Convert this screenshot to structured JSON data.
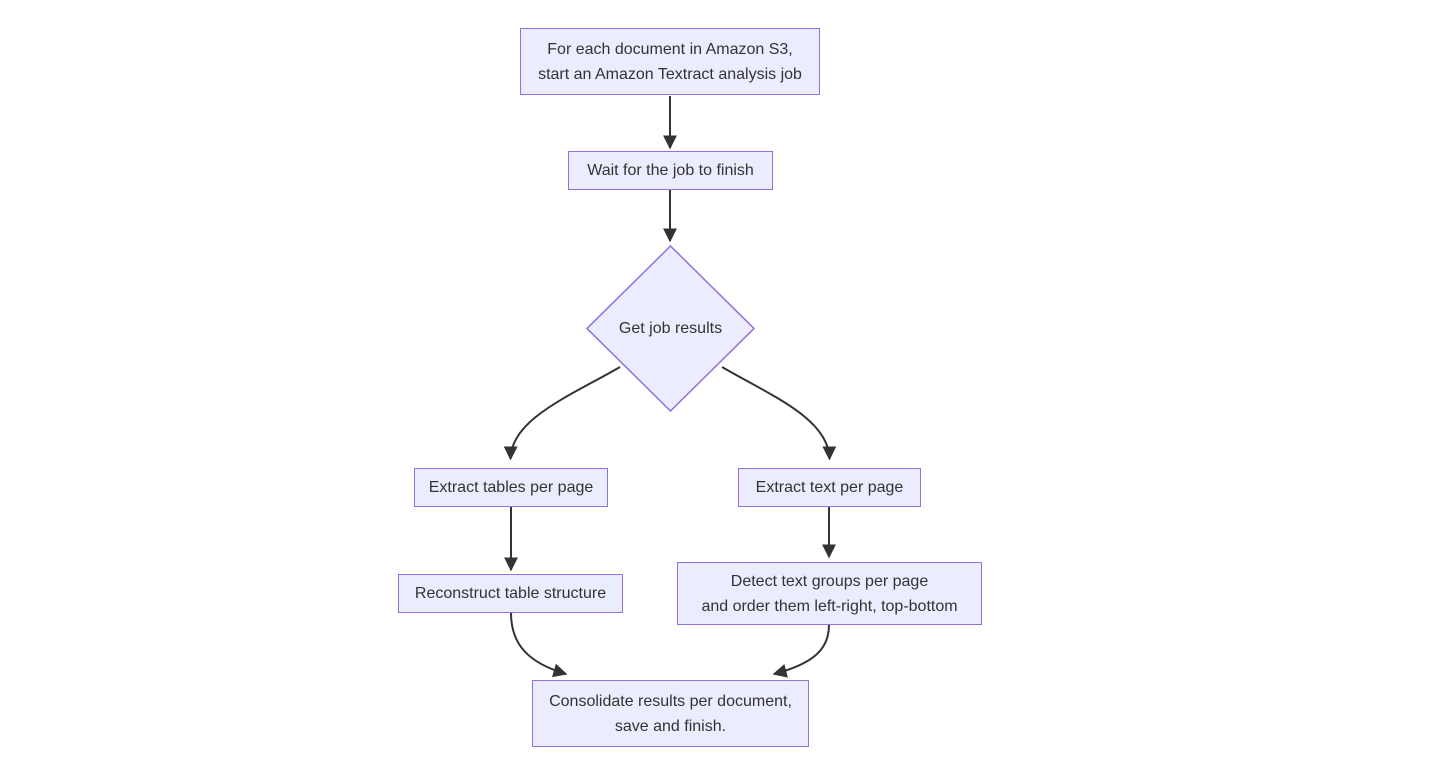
{
  "diagram_type": "flowchart",
  "direction": "top-down",
  "colors": {
    "node_fill": "#ECECFF",
    "node_border": "#9370DB",
    "edge": "#333333",
    "text": "#333333",
    "background": "#FFFFFF"
  },
  "nodes": {
    "start": {
      "shape": "rectangle",
      "label": "For each document in Amazon S3,\nstart an Amazon Textract analysis job"
    },
    "wait": {
      "shape": "rectangle",
      "label": "Wait for the job to finish"
    },
    "get_results": {
      "shape": "diamond",
      "label": "Get job results"
    },
    "extract_tables": {
      "shape": "rectangle",
      "label": "Extract tables per page"
    },
    "extract_text": {
      "shape": "rectangle",
      "label": "Extract text per page"
    },
    "reconstruct_tables": {
      "shape": "rectangle",
      "label": "Reconstruct table structure"
    },
    "detect_text_groups": {
      "shape": "rectangle",
      "label": "Detect text groups per page\nand order them left-right, top-bottom"
    },
    "consolidate": {
      "shape": "rectangle",
      "label": "Consolidate results per document,\nsave and finish."
    }
  },
  "edges": [
    {
      "from": "start",
      "to": "wait"
    },
    {
      "from": "wait",
      "to": "get_results"
    },
    {
      "from": "get_results",
      "to": "extract_tables"
    },
    {
      "from": "get_results",
      "to": "extract_text"
    },
    {
      "from": "extract_tables",
      "to": "reconstruct_tables"
    },
    {
      "from": "extract_text",
      "to": "detect_text_groups"
    },
    {
      "from": "reconstruct_tables",
      "to": "consolidate"
    },
    {
      "from": "detect_text_groups",
      "to": "consolidate"
    }
  ]
}
